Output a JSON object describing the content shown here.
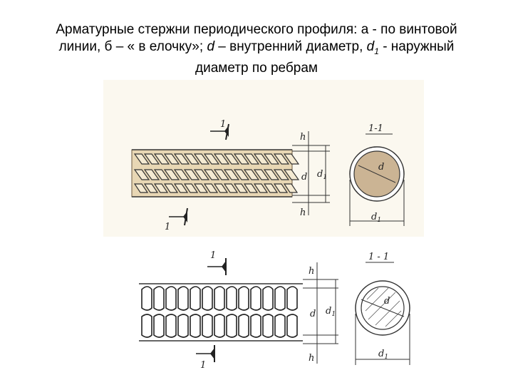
{
  "caption": {
    "line1": "Арматурные стержни периодического профиля: а -  по винтовой",
    "line2_part1": "линии, б – « в елочку»; ",
    "line2_d": "d",
    "line2_part2": " – внутренний диаметр,  ",
    "line2_d1": "d",
    "line2_d1_sub": "1",
    "line2_part3": " - наружный",
    "line3": "диаметр по ребрам"
  },
  "drawing_a": {
    "section_mark_top": "1",
    "section_mark_bottom": "1",
    "dim_h_top": "h",
    "dim_d": "d",
    "dim_d1": "d",
    "dim_d1_sub": "1",
    "dim_h_bottom": "h",
    "section_title": "1-1",
    "section_inner_d": "d",
    "section_outer_d1": "d",
    "section_outer_d1_sub": "1"
  },
  "drawing_b": {
    "section_mark_top": "1",
    "section_mark_bottom": "1",
    "dim_h_top": "h",
    "dim_d": "d",
    "dim_d1": "d",
    "dim_d1_sub": "1",
    "dim_h_bottom": "h",
    "section_title": "1 - 1",
    "section_inner_d": "d",
    "section_outer_d1": "d",
    "section_outer_d1_sub": "1"
  }
}
